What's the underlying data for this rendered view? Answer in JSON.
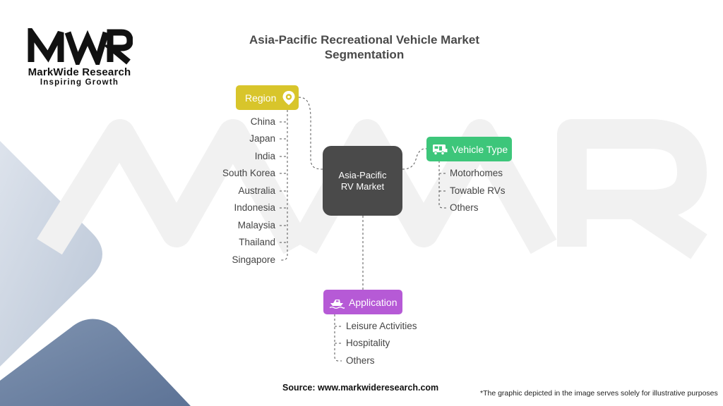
{
  "logo": {
    "mark": "MWR",
    "name": "MarkWide Research",
    "tagline": "Inspiring Growth"
  },
  "title": {
    "line1": "Asia-Pacific Recreational Vehicle Market",
    "line2": "Segmentation"
  },
  "center": {
    "line1": "Asia-Pacific",
    "line2": "RV Market",
    "color": "#4a4a4a"
  },
  "categories": {
    "region": {
      "label": "Region",
      "icon": "location-gear-icon",
      "color": "#d8c52b",
      "items": [
        "China",
        "Japan",
        "India",
        "South Korea",
        "Australia",
        "Indonesia",
        "Malaysia",
        "Thailand",
        "Singapore"
      ]
    },
    "vehicle_type": {
      "label": "Vehicle Type",
      "icon": "rv-icon",
      "color": "#3dc67a",
      "items": [
        "Motorhomes",
        "Towable RVs",
        "Others"
      ]
    },
    "application": {
      "label": "Application",
      "icon": "boat-icon",
      "color": "#b65ad6",
      "items": [
        "Leisure Activities",
        "Hospitality",
        "Others"
      ]
    }
  },
  "footer": {
    "source": "Source: www.markwideresearch.com",
    "note": "*The graphic depicted in the image serves solely for illustrative purposes"
  }
}
